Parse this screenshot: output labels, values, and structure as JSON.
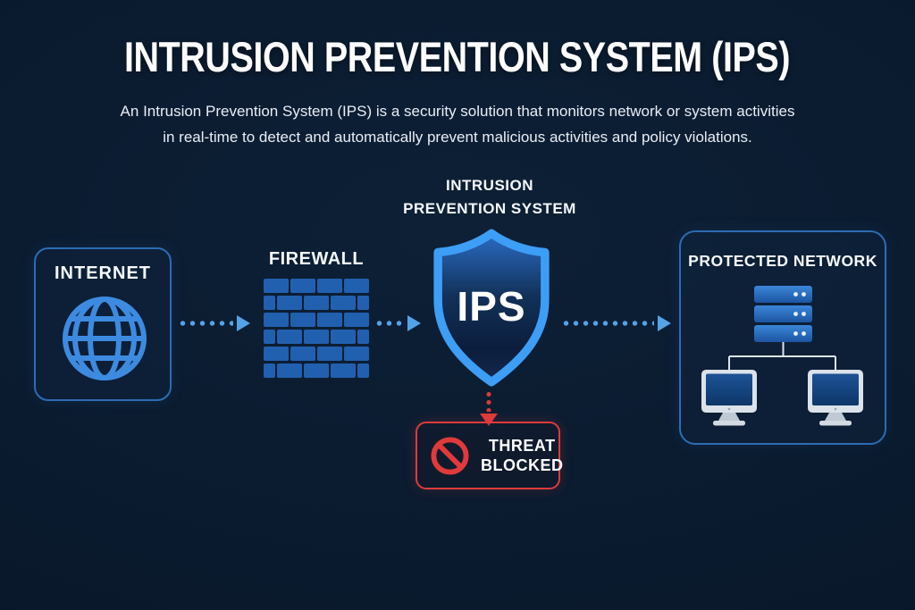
{
  "title": "INTRUSION PREVENTION SYSTEM (IPS)",
  "subtitle": {
    "line1": "An Intrusion Prevention System (IPS) is a security solution that monitors network or system activities",
    "line2": "in real-time to detect and automatically prevent malicious activities and policy violations."
  },
  "nodes": {
    "internet": {
      "label": "INTERNET",
      "icon": "globe-icon"
    },
    "firewall": {
      "label": "FIREWALL",
      "icon": "brick-wall-icon"
    },
    "ips": {
      "label_line1": "INTRUSION",
      "label_line2": "PREVENTION SYSTEM",
      "badge": "IPS",
      "icon": "shield-icon"
    },
    "protected_network": {
      "label": "PROTECTED NETWORK",
      "icons": [
        "server-icon",
        "monitor-icon",
        "monitor-icon"
      ]
    },
    "threat": {
      "label_line1": "THREAT",
      "label_line2": "BLOCKED",
      "icon": "no-entry-icon"
    }
  },
  "colors": {
    "background": "#0a1a2e",
    "text_white": "#f5f8fc",
    "box_border_blue": "#2d6cb3",
    "accent_blue": "#3d8be0",
    "brick_blue": "#2160af",
    "arrow_blue": "#54a3e8",
    "shield_border": "#3d9ef5",
    "server_blue": "#2a74cc",
    "monitor_frame": "#dbe2ea",
    "alert_red": "#e03a3a"
  }
}
